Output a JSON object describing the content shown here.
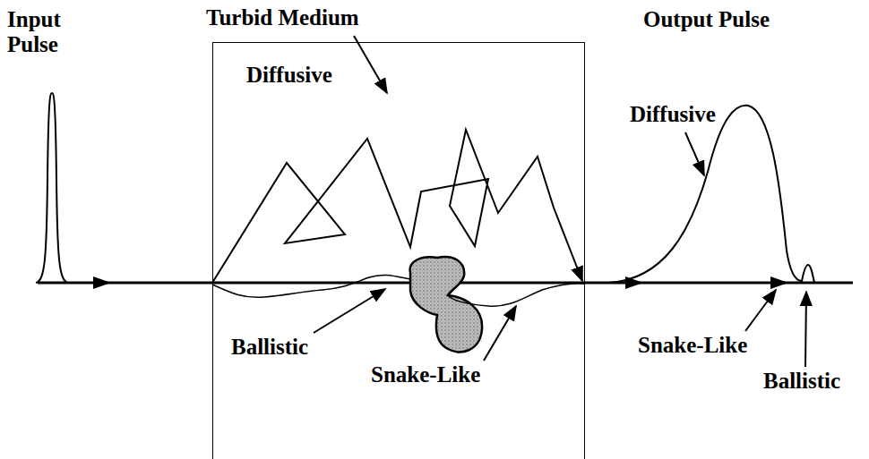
{
  "diagram": {
    "nodes": [
      {
        "text": [
          "Turbid Medium"
        ]
      }
    ],
    "labels": [
      "Input Pulse",
      "Output Pulse",
      "Diffusive",
      "Diffusive",
      "Ballistic",
      "Snake-Like",
      "Snake-Like",
      "Ballistic"
    ]
  }
}
